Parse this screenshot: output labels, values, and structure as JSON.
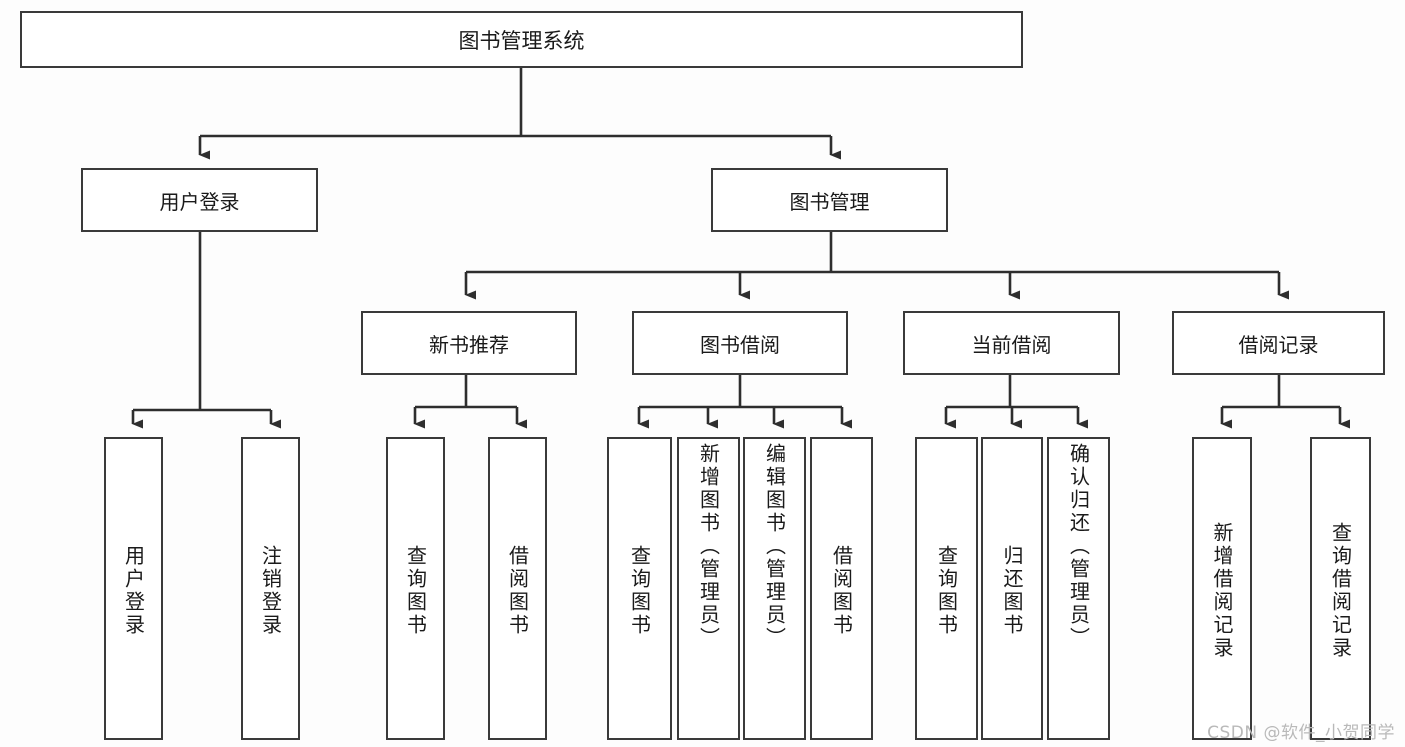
{
  "diagram": {
    "title": "图书管理系统",
    "type": "tree",
    "stroke_color": "#3a3a3a",
    "fill_color": "#ffffff",
    "background_color": "#fdfdfd",
    "root": {
      "label": "图书管理系统"
    },
    "level1": [
      {
        "label": "用户登录"
      },
      {
        "label": "图书管理"
      }
    ],
    "level2": [
      {
        "label": "新书推荐"
      },
      {
        "label": "图书借阅"
      },
      {
        "label": "当前借阅"
      },
      {
        "label": "借阅记录"
      }
    ],
    "leaves": {
      "user_login": [
        {
          "label": "用户登录"
        },
        {
          "label": "注销登录"
        }
      ],
      "new_book_recommend": [
        {
          "label": "查询图书"
        },
        {
          "label": "借阅图书"
        }
      ],
      "book_borrow": [
        {
          "label": "查询图书"
        },
        {
          "label": "新增图书（管理员）"
        },
        {
          "label": "编辑图书（管理员）"
        },
        {
          "label": "借阅图书"
        }
      ],
      "current_borrow": [
        {
          "label": "查询图书"
        },
        {
          "label": "归还图书"
        },
        {
          "label": "确认归还（管理员）"
        }
      ],
      "borrow_record": [
        {
          "label": "新增借阅记录"
        },
        {
          "label": "查询借阅记录"
        }
      ]
    }
  },
  "watermark": {
    "text": "CSDN @软件_小贺同学"
  }
}
